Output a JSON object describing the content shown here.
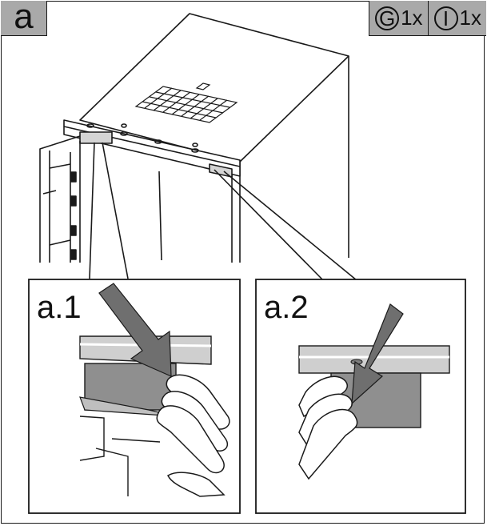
{
  "step": {
    "label": "a"
  },
  "parts": [
    {
      "symbol": "G",
      "quantity": "1x"
    },
    {
      "symbol": "I",
      "quantity": "1x"
    }
  ],
  "details": [
    {
      "label": "a.1"
    },
    {
      "label": "a.2"
    }
  ]
}
